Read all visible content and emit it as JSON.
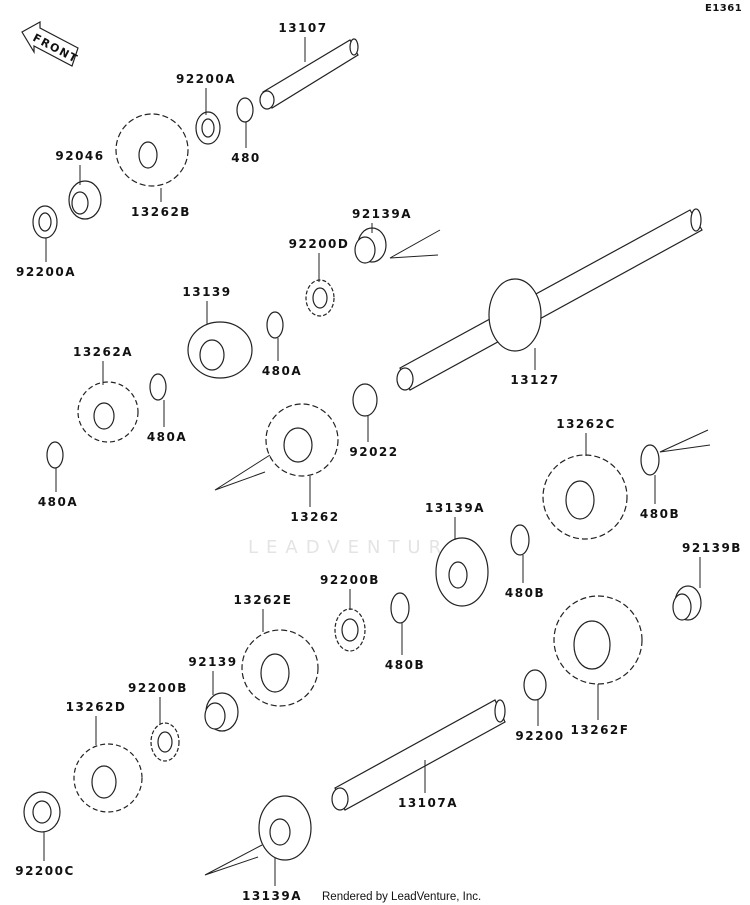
{
  "diagram_code": "E1361",
  "front_arrow": "FRONT",
  "watermark": "LEADVENTURE",
  "credit": "Rendered by LeadVenture, Inc.",
  "labels": [
    "13107",
    "92200A",
    "480",
    "92046",
    "13262B",
    "92200A",
    "92139A",
    "92200D",
    "13139",
    "480A",
    "13127",
    "13262A",
    "480A",
    "480A",
    "92022",
    "13262",
    "13262C",
    "480B",
    "13139A",
    "480B",
    "92139B",
    "92200B",
    "13262E",
    "480B",
    "92139",
    "92200B",
    "13262D",
    "92200",
    "13262F",
    "13107A",
    "92200C",
    "13139A"
  ]
}
